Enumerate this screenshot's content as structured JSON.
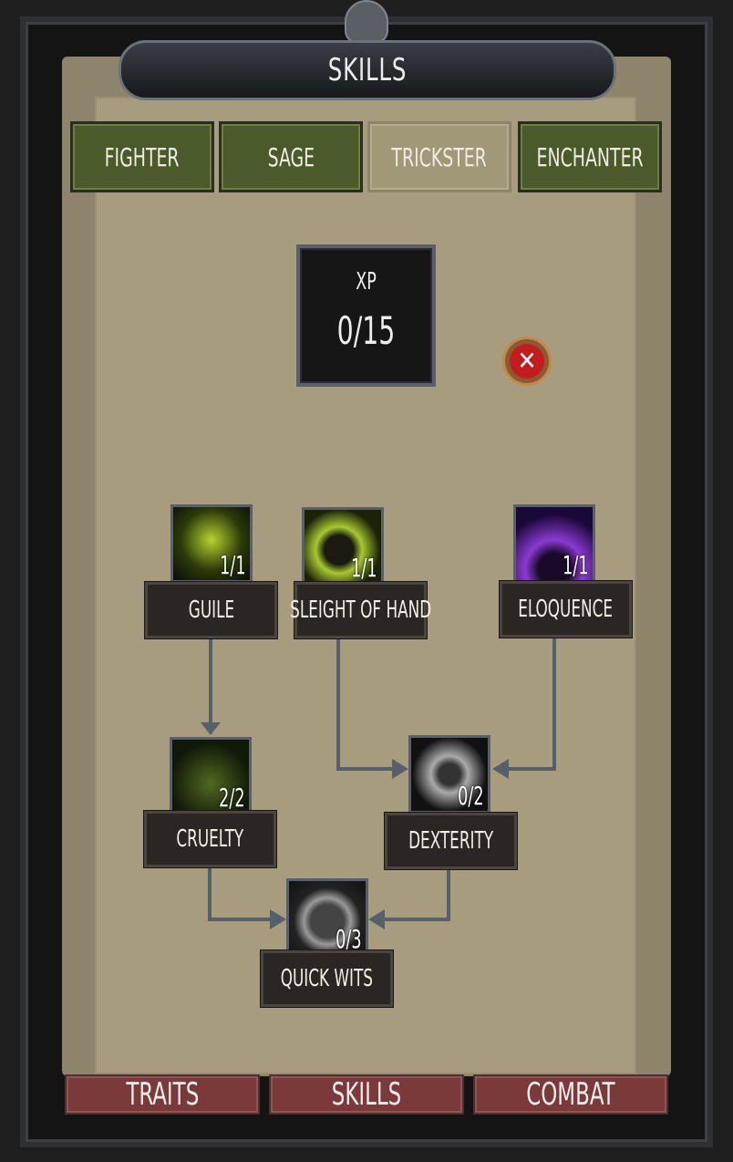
{
  "header": {
    "title": "SKILLS"
  },
  "tabs": [
    {
      "label": "FIGHTER"
    },
    {
      "label": "SAGE"
    },
    {
      "label": "TRICKSTER",
      "active": true
    },
    {
      "label": "ENCHANTER"
    }
  ],
  "xp": {
    "label": "XP",
    "value": "0/15"
  },
  "skills": [
    {
      "name": "GUILE",
      "count": "1/1",
      "icon": "ghost-ship-icon",
      "color": "#b6d230"
    },
    {
      "name": "SLEIGHT OF HAND",
      "count": "1/1",
      "icon": "chained-figure-icon",
      "color": "#a8c830"
    },
    {
      "name": "ELOQUENCE",
      "count": "1/1",
      "icon": "grinning-shadow-icon",
      "color": "#8a3ad0"
    },
    {
      "name": "CRUELTY",
      "count": "2/2",
      "icon": "dagger-figure-icon",
      "color": "#4f6a20"
    },
    {
      "name": "DEXTERITY",
      "count": "0/2",
      "icon": "flexing-figure-icon",
      "color": "#888888"
    },
    {
      "name": "QUICK WITS",
      "count": "0/3",
      "icon": "rune-circle-icon",
      "color": "#777777"
    }
  ],
  "bottom_nav": [
    {
      "label": "TRAITS"
    },
    {
      "label": "SKILLS"
    },
    {
      "label": "COMBAT"
    }
  ]
}
